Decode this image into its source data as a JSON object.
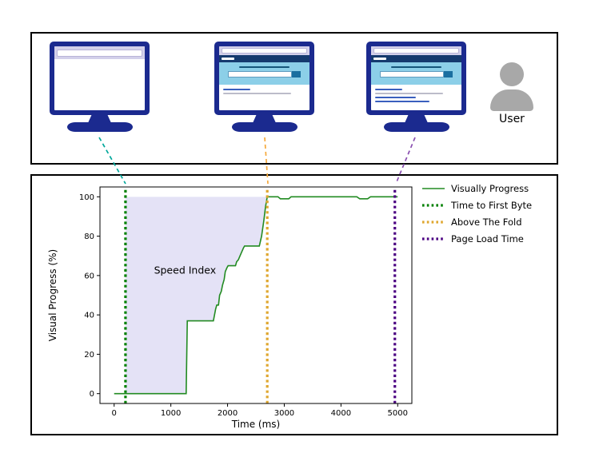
{
  "top_panel": {
    "user_label": "User"
  },
  "connectors": [
    {
      "name": "ttfb-connector",
      "color": "#00a79b"
    },
    {
      "name": "atf-connector",
      "color": "#f5a93c"
    },
    {
      "name": "plt-connector",
      "color": "#8a4fb0"
    }
  ],
  "chart_data": {
    "type": "line",
    "xlabel": "Time (ms)",
    "ylabel": "Visual Progress (%)",
    "xlim": [
      -250,
      5250
    ],
    "ylim": [
      -5,
      105
    ],
    "x_ticks": [
      0,
      1000,
      2000,
      3000,
      4000,
      5000
    ],
    "y_ticks": [
      0,
      20,
      40,
      60,
      80,
      100
    ],
    "annotation": {
      "text": "Speed Index",
      "x": 1250,
      "y": 61
    },
    "series": [
      {
        "name": "Visually Progress",
        "color": "#228b22",
        "points": [
          [
            0,
            0
          ],
          [
            1270,
            0
          ],
          [
            1290,
            37
          ],
          [
            1750,
            37
          ],
          [
            1790,
            43
          ],
          [
            1810,
            45
          ],
          [
            1840,
            45
          ],
          [
            1860,
            50
          ],
          [
            1890,
            52
          ],
          [
            1910,
            55
          ],
          [
            1940,
            58
          ],
          [
            1960,
            62
          ],
          [
            1990,
            64
          ],
          [
            2010,
            65
          ],
          [
            2140,
            65
          ],
          [
            2160,
            67
          ],
          [
            2190,
            68
          ],
          [
            2220,
            70
          ],
          [
            2250,
            72
          ],
          [
            2280,
            74
          ],
          [
            2300,
            75
          ],
          [
            2560,
            75
          ],
          [
            2600,
            80
          ],
          [
            2640,
            88
          ],
          [
            2670,
            95
          ],
          [
            2700,
            100
          ],
          [
            2890,
            100
          ],
          [
            2930,
            99
          ],
          [
            3080,
            99
          ],
          [
            3120,
            100
          ],
          [
            4280,
            100
          ],
          [
            4330,
            99
          ],
          [
            4470,
            99
          ],
          [
            4520,
            100
          ],
          [
            5000,
            100
          ]
        ]
      }
    ],
    "vlines": [
      {
        "name": "Time to First Byte",
        "x": 200,
        "color": "#008000"
      },
      {
        "name": "Above The Fold",
        "x": 2700,
        "color": "#dfa62e"
      },
      {
        "name": "Page Load Time",
        "x": 4950,
        "color": "#4b0082"
      }
    ],
    "region": {
      "label": "Speed Index",
      "x_start": 200,
      "x_end": 2700,
      "y_top": 100,
      "fill": "#e4e2f6"
    },
    "legend": [
      {
        "label": "Visually Progress",
        "style": "solid",
        "color": "#228b22"
      },
      {
        "label": "Time to First Byte",
        "style": "dotted",
        "color": "#008000"
      },
      {
        "label": "Above The Fold",
        "style": "dotted",
        "color": "#dfa62e"
      },
      {
        "label": "Page Load Time",
        "style": "dotted",
        "color": "#4b0082"
      }
    ],
    "legend_position": "outside-right-top",
    "grid": false
  }
}
